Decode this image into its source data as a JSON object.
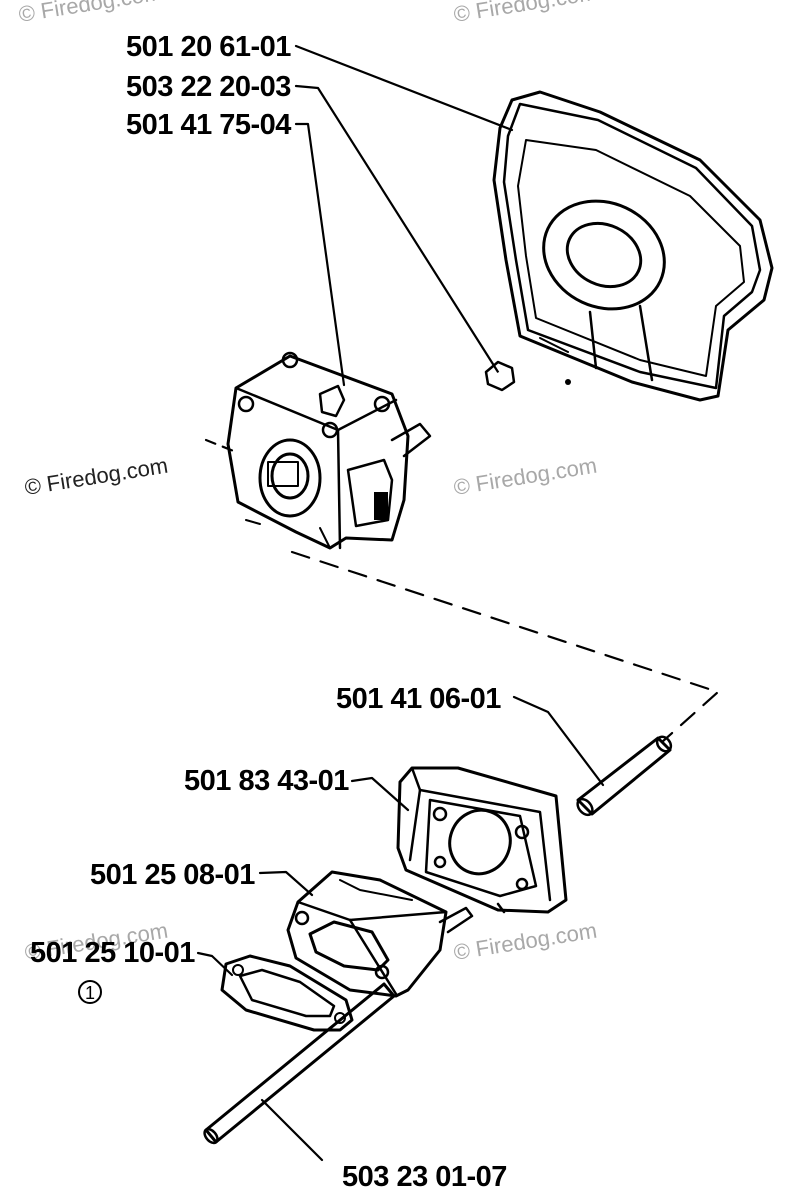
{
  "watermark": {
    "text": "© Firedog.com"
  },
  "parts": {
    "p1": "501 20 61-01",
    "p2": "503 22 20-03",
    "p3": "501 41 75-04",
    "p4": "501 41 06-01",
    "p5": "501 83 43-01",
    "p6": "501 25 08-01",
    "p7": "501 25 10-01",
    "p8": "503 23 01-07"
  },
  "note_marker": "1",
  "colors": {
    "ink": "#000000",
    "watermark": "#a8a8a8",
    "background": "#ffffff"
  }
}
